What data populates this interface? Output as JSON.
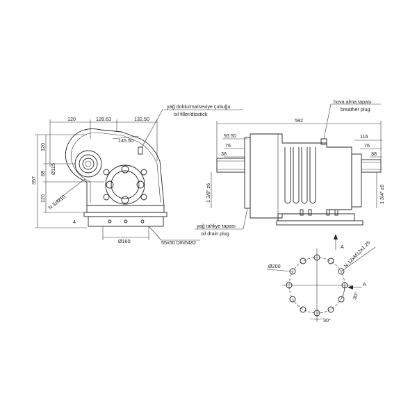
{
  "side_view": {
    "dim_top_a": "120",
    "dim_top_b": "128.63",
    "dim_top_c": "132.50",
    "dim_radius": "145.50",
    "dim_vert_a": "120",
    "dim_vert_b": "68",
    "dim_vert_c": "120",
    "dim_overall_height": "357",
    "dim_bore": "Ø115",
    "dim_thread": "N.3xM10",
    "dim_base_thickness": "4",
    "dim_base_width": "Ø160",
    "key_spec": "55x50 DIN5482"
  },
  "front_view": {
    "dim_overall_length": "582",
    "dim_left_a": "93.50",
    "dim_left_b": "76",
    "dim_left_c": "38",
    "dim_right_a": "116",
    "dim_right_b": "76",
    "dim_right_c": "38",
    "shaft_left": "1 3/8\" z6",
    "shaft_right": "1 3/4\" z6"
  },
  "labels": {
    "filler_tr": "yağ doldurma/seviye çubuğu",
    "filler_en": "oil filler/dipstick",
    "breather_tr": "hova alma tapası",
    "breather_en": "breather plug",
    "drain_tr": "yağ tahliye tapası",
    "drain_en": "oil drain plug"
  },
  "flange_view": {
    "view_marker": "A",
    "section_marker": "A",
    "dim_diameter": "Ø200",
    "dim_thread": "N.12xM12x1.25",
    "angle_a": "30°",
    "angle_b": "30°"
  }
}
